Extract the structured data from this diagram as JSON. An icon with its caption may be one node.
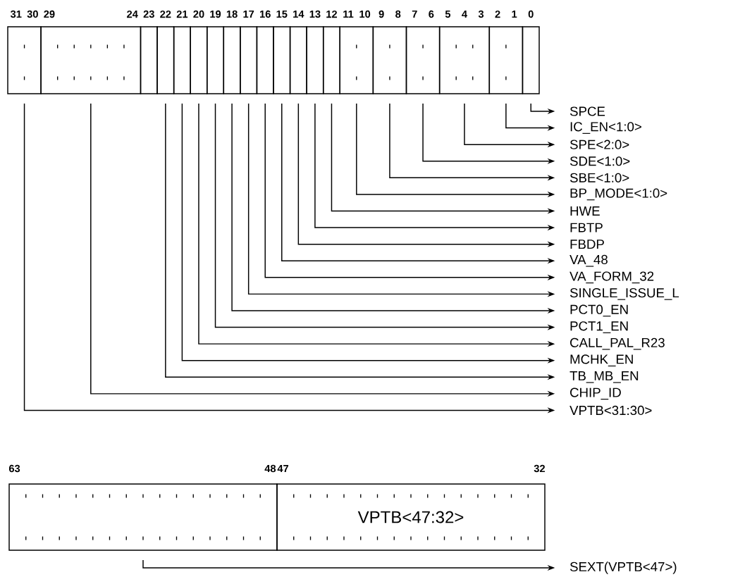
{
  "diagram": {
    "nodes": [
      {
        "text": [],
        "shape": "box"
      },
      {
        "text": [],
        "shape": "box"
      },
      {
        "text": [],
        "shape": "box"
      },
      {
        "text": [],
        "shape": "box"
      },
      {
        "text": [],
        "shape": "box"
      },
      {
        "text": [],
        "shape": "box"
      },
      {
        "text": [],
        "shape": "box"
      },
      {
        "text": [],
        "shape": "box"
      },
      {
        "text": [],
        "shape": "box"
      },
      {
        "text": [],
        "shape": "box"
      },
      {
        "text": [],
        "shape": "box"
      },
      {
        "text": [],
        "shape": "box"
      },
      {
        "text": [],
        "shape": "box"
      },
      {
        "text": [],
        "shape": "box"
      },
      {
        "text": [],
        "shape": "box"
      },
      {
        "text": [],
        "shape": "box"
      },
      {
        "text": [],
        "shape": "box"
      },
      {
        "text": [],
        "shape": "box"
      },
      {
        "text": [],
        "shape": "box"
      },
      {
        "text": [],
        "shape": "box"
      },
      {
        "text": [
          "SPCE"
        ]
      },
      {
        "text": [
          "IC_EN<1:0>"
        ]
      },
      {
        "text": [
          "SPE<2:0>"
        ]
      },
      {
        "text": [
          "SDE<1:0>"
        ]
      },
      {
        "text": [
          "SBE<1:0>"
        ]
      },
      {
        "text": [
          "BP_MODE<1:0>"
        ]
      },
      {
        "text": [
          "HWE"
        ]
      },
      {
        "text": [
          "FBTP"
        ]
      },
      {
        "text": [
          "FBDP"
        ]
      },
      {
        "text": [
          "VA_48"
        ]
      },
      {
        "text": [
          "VA_FORM_32"
        ]
      },
      {
        "text": [
          "SINGLE_ISSUE_L"
        ]
      },
      {
        "text": [
          "PCT0_EN"
        ]
      },
      {
        "text": [
          "PCT1_EN"
        ]
      },
      {
        "text": [
          "CALL_PAL_R23"
        ]
      },
      {
        "text": [
          "MCHK_EN"
        ]
      },
      {
        "text": [
          "TB_MB_EN"
        ]
      },
      {
        "text": [
          "CHIP_ID"
        ]
      },
      {
        "text": [
          "VPTB<31:30>"
        ]
      },
      {
        "text": [],
        "shape": "box"
      },
      {
        "text": [
          "VPTB<47:32>"
        ]
      },
      {
        "text": [
          "SEXT(VPTB<47>)"
        ]
      }
    ],
    "edges": [
      {
        "from": 19,
        "to": 20,
        "arrow": "to"
      },
      {
        "from": 18,
        "to": 21,
        "arrow": "to"
      },
      {
        "from": 17,
        "to": 22,
        "arrow": "to"
      },
      {
        "from": 16,
        "to": 23,
        "arrow": "to"
      },
      {
        "from": 15,
        "to": 24,
        "arrow": "to"
      },
      {
        "from": 14,
        "to": 25,
        "arrow": "to"
      },
      {
        "from": 13,
        "to": 26,
        "arrow": "to"
      },
      {
        "from": 12,
        "to": 27,
        "arrow": "to"
      },
      {
        "from": 11,
        "to": 28,
        "arrow": "to"
      },
      {
        "from": 10,
        "to": 29,
        "arrow": "to"
      },
      {
        "from": 9,
        "to": 30,
        "arrow": "to"
      },
      {
        "from": 8,
        "to": 31,
        "arrow": "to"
      },
      {
        "from": 7,
        "to": 32,
        "arrow": "to"
      },
      {
        "from": 6,
        "to": 33,
        "arrow": "to"
      },
      {
        "from": 5,
        "to": 34,
        "arrow": "to"
      },
      {
        "from": 4,
        "to": 35,
        "arrow": "to"
      },
      {
        "from": 3,
        "to": 36,
        "arrow": "to"
      },
      {
        "from": 1,
        "to": 37,
        "arrow": "to"
      },
      {
        "from": 0,
        "to": 38,
        "arrow": "to"
      },
      {
        "from": 39,
        "to": 41,
        "arrow": "to"
      }
    ],
    "labels": [
      "31",
      "30",
      "29",
      "24",
      "23",
      "22",
      "21",
      "20",
      "19",
      "18",
      "17",
      "16",
      "15",
      "14",
      "13",
      "12",
      "11",
      "10",
      "9",
      "8",
      "7",
      "6",
      "5",
      "4",
      "3",
      "2",
      "1",
      "0",
      "63",
      "48",
      "47",
      "32"
    ]
  }
}
